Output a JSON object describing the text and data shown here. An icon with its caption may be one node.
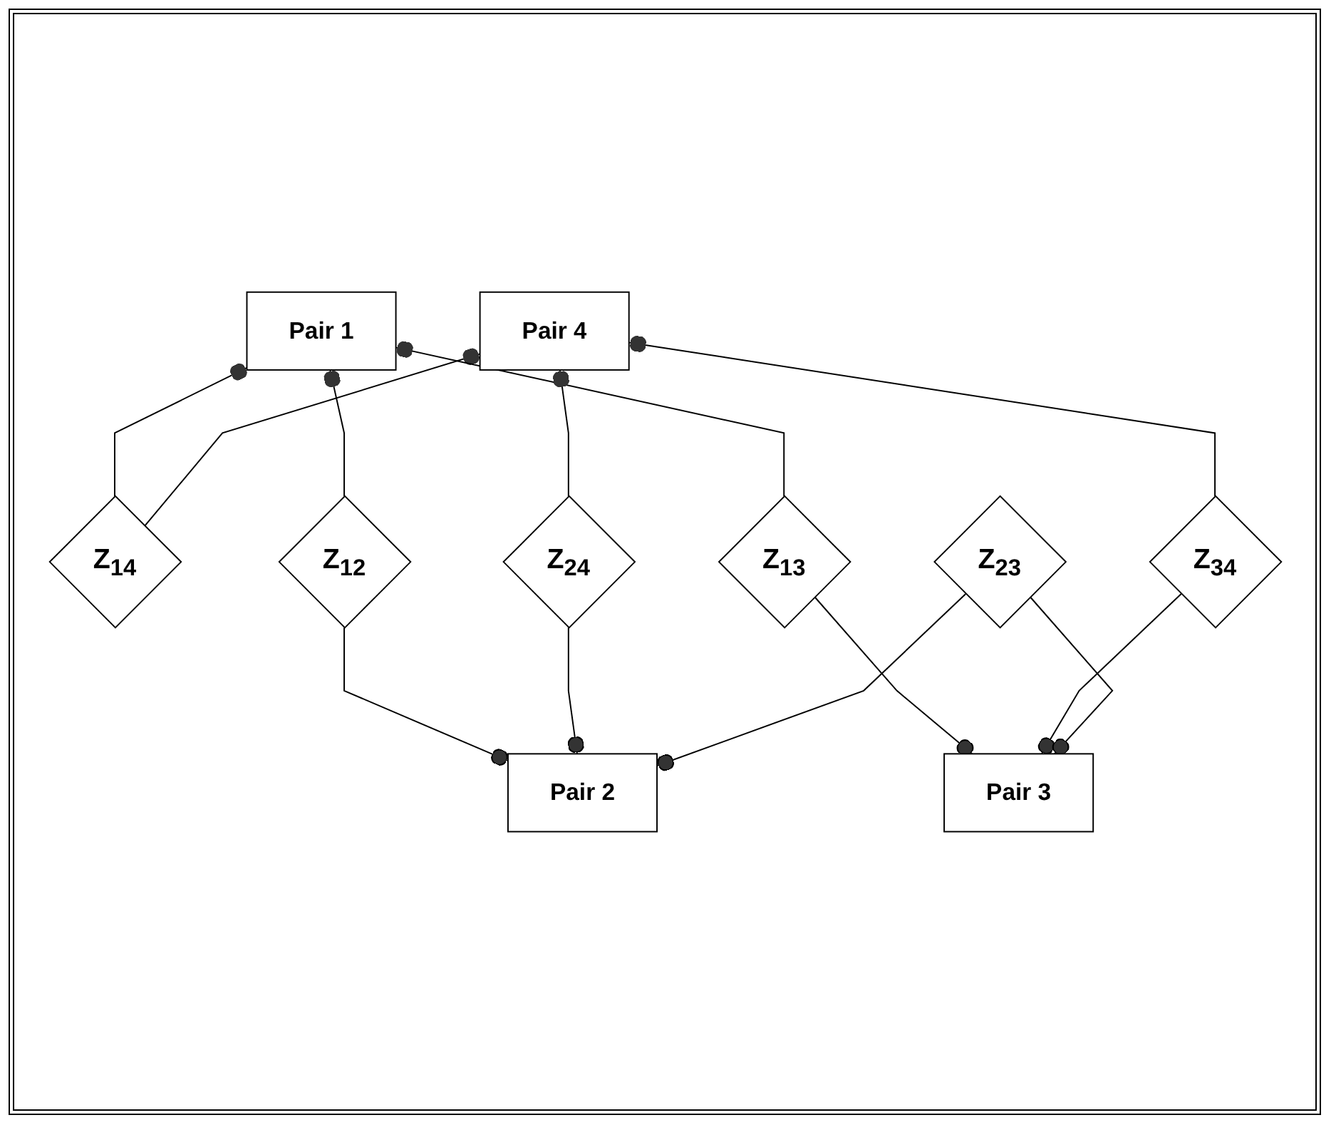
{
  "diagram": {
    "nodes": [
      {
        "text": [
          "Pair 1"
        ]
      },
      {
        "text": [
          "Z$_{14}$"
        ]
      },
      {
        "text": [
          "Pair 4"
        ]
      },
      {
        "text": [
          "Z$_{12}$"
        ]
      },
      {
        "text": [
          "Z$_{34}$"
        ]
      },
      {
        "text": [
          "Z$_{24}$"
        ]
      },
      {
        "text": [
          "Z$_{13}$"
        ]
      },
      {
        "text": [
          "Pair 2"
        ]
      },
      {
        "text": [
          "Z$_{23}$"
        ]
      },
      {
        "text": [
          "Pair 3"
        ]
      }
    ],
    "edges": [
      {
        "from": 1,
        "to": 0,
        "arrow": "other"
      },
      {
        "from": 1,
        "to": 2,
        "arrow": "other"
      },
      {
        "from": 3,
        "to": 0,
        "arrow": "other"
      },
      {
        "from": 3,
        "to": 7,
        "arrow": "other"
      },
      {
        "from": 6,
        "to": 0,
        "arrow": "other"
      },
      {
        "from": 6,
        "to": 9,
        "arrow": "other"
      },
      {
        "from": 5,
        "to": 2,
        "arrow": "other"
      },
      {
        "from": 5,
        "to": 7,
        "arrow": "other"
      },
      {
        "from": 4,
        "to": 2,
        "arrow": "other"
      },
      {
        "from": 4,
        "to": 9,
        "arrow": "other"
      },
      {
        "from": 8,
        "to": 7,
        "arrow": "other"
      },
      {
        "from": 8,
        "to": 9,
        "arrow": "other"
      }
    ]
  }
}
